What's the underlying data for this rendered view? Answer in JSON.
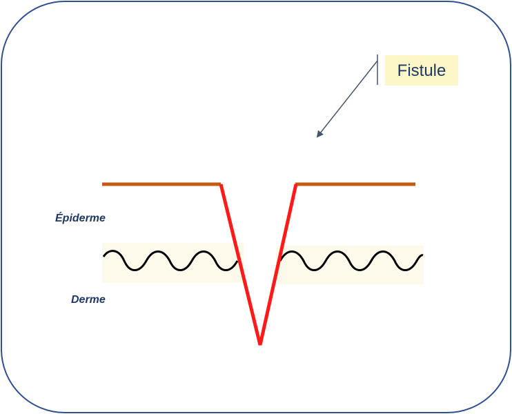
{
  "labels": {
    "callout": "Fistule",
    "epidermis": "Épiderme",
    "dermis": "Derme"
  },
  "colors": {
    "frame_border": "#2f4f8f",
    "callout_fill": "#fdf7c8",
    "callout_text": "#1f3864",
    "arrow": "#44546a",
    "skin_surface": "#c55a11",
    "fistula_tract": "#ff1a1a",
    "dermis_band": "#fdfaec",
    "dermis_wave": "#000000",
    "layer_text": "#1f3864"
  }
}
